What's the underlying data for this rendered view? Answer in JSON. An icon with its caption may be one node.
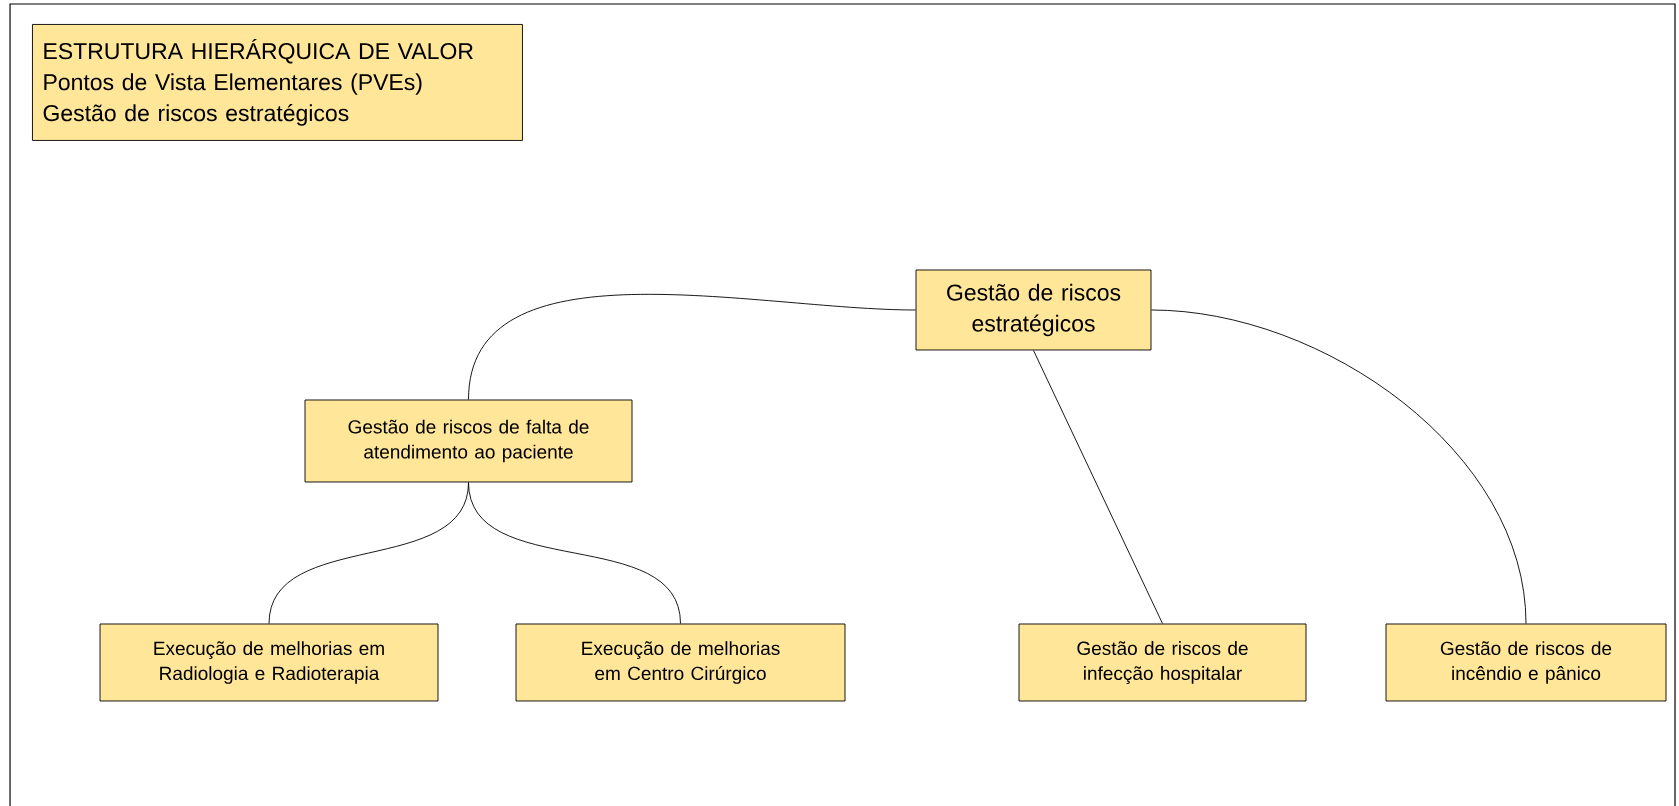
{
  "diagram": {
    "nodes": [
      {
        "text": [
          "ESTRUTURA HIERÁRQUICA DE VALOR",
          "Pontos de Vista Elementares (PVEs)",
          "Gestão de riscos estratégicos"
        ]
      },
      {
        "text": [
          "Gestão de riscos estratégicos"
        ]
      },
      {
        "text": [
          "Gestão de riscos de falta de atendimento ao paciente"
        ]
      },
      {
        "text": [
          "Execução de melhorias em Radiologia e Radioterapia"
        ]
      },
      {
        "text": [
          "Execução de melhorias em Centro Cirúrgico"
        ]
      },
      {
        "text": [
          "Gestão de riscos de infecção hospitalar"
        ]
      },
      {
        "text": [
          "Gestão de riscos de incêndio e pânico"
        ]
      }
    ],
    "edges": [
      {
        "from": 1,
        "to": 2,
        "arrow": "none"
      },
      {
        "from": 1,
        "to": 5,
        "arrow": "none"
      },
      {
        "from": 1,
        "to": 6,
        "arrow": "none"
      },
      {
        "from": 2,
        "to": 3,
        "arrow": "none"
      },
      {
        "from": 2,
        "to": 4,
        "arrow": "none"
      }
    ]
  }
}
